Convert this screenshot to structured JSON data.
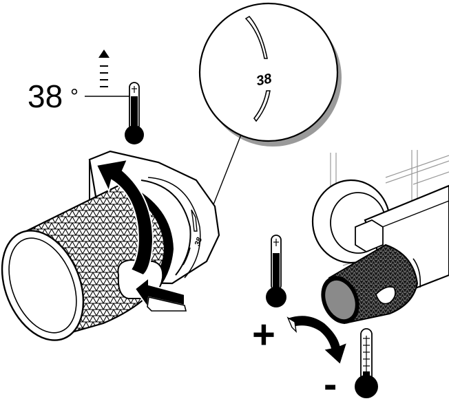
{
  "temperature": {
    "value": "38",
    "unit": "°"
  },
  "dial_mark": "38",
  "knob_mark": "38",
  "signs": {
    "plus": "+",
    "minus": "-"
  },
  "icons": [
    "thermometer-icon",
    "arrow-up-icon",
    "rotate-arrow-icon",
    "push-arrow-icon"
  ],
  "colors": {
    "ink": "#000000",
    "paper": "#ffffff",
    "knob_cap": "#8a8a8a"
  }
}
